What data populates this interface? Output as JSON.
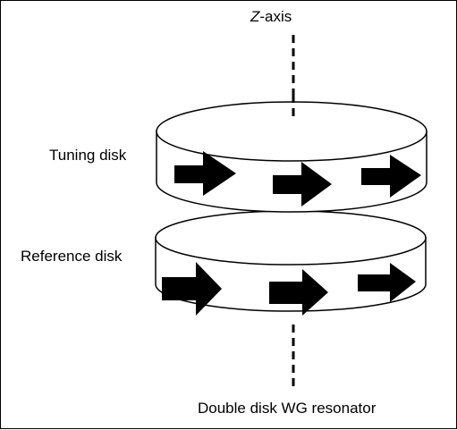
{
  "diagram": {
    "axis_label_italic": "Z",
    "axis_label_rest": "-axis",
    "tuning_label": "Tuning disk",
    "reference_label": "Reference disk",
    "caption": "Double disk WG resonator"
  },
  "colors": {
    "stroke": "#000000",
    "fill": "#ffffff",
    "arrow": "#000000"
  },
  "icons": {
    "arrow": "right-arrow-icon"
  }
}
